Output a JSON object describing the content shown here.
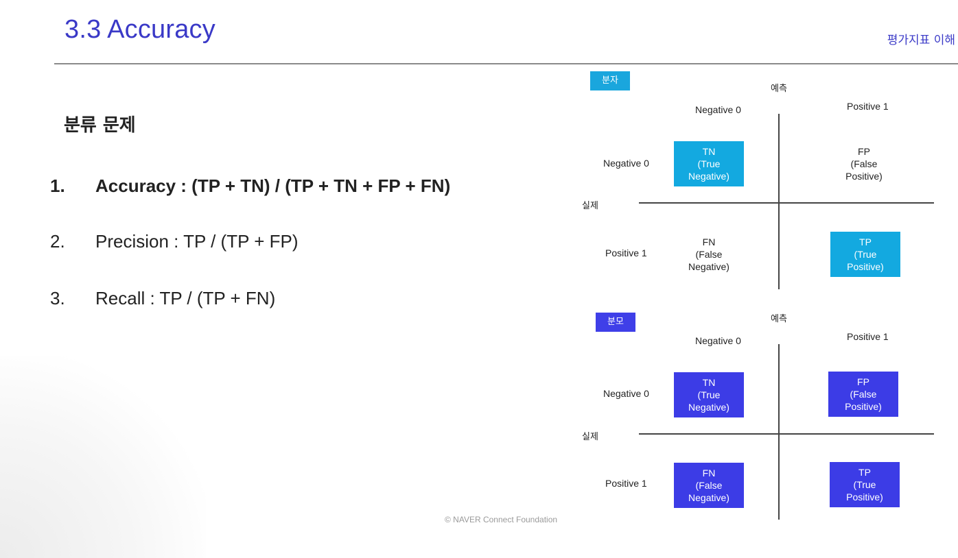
{
  "header": {
    "title": "3.3 Accuracy",
    "tag": "평가지표 이해"
  },
  "content": {
    "heading": "분류 문제",
    "metrics": [
      {
        "num": "1.",
        "text": "Accuracy : (TP + TN) / (TP + TN + FP + FN)"
      },
      {
        "num": "2.",
        "text": "Precision : TP / (TP + FP)"
      },
      {
        "num": "3.",
        "text": "Recall : TP / (TP + FN)"
      }
    ]
  },
  "matrices": [
    {
      "tag": "분자",
      "predicted_label": "예측",
      "actual_label": "실제",
      "col_neg": "Negative 0",
      "col_pos": "Positive 1",
      "row_neg": "Negative 0",
      "row_pos": "Positive 1",
      "cells": {
        "tn": [
          "TN",
          "(True",
          "Negative)"
        ],
        "fp": [
          "FP",
          "(False",
          "Positive)"
        ],
        "fn": [
          "FN",
          "(False",
          "Negative)"
        ],
        "tp": [
          "TP",
          "(True",
          "Positive)"
        ]
      }
    },
    {
      "tag": "분모",
      "predicted_label": "예측",
      "actual_label": "실제",
      "col_neg": "Negative 0",
      "col_pos": "Positive 1",
      "row_neg": "Negative 0",
      "row_pos": "Positive 1",
      "cells": {
        "tn": [
          "TN",
          "(True",
          "Negative)"
        ],
        "fp": [
          "FP",
          "(False",
          "Positive)"
        ],
        "fn": [
          "FN",
          "(False",
          "Negative)"
        ],
        "tp": [
          "TP",
          "(True",
          "Positive)"
        ]
      }
    }
  ],
  "footer": "©  NAVER Connect Foundation",
  "colors": {
    "title": "#3a39c7",
    "numerator_highlight": "#13a9e0",
    "denominator_highlight": "#3c3ce6"
  }
}
